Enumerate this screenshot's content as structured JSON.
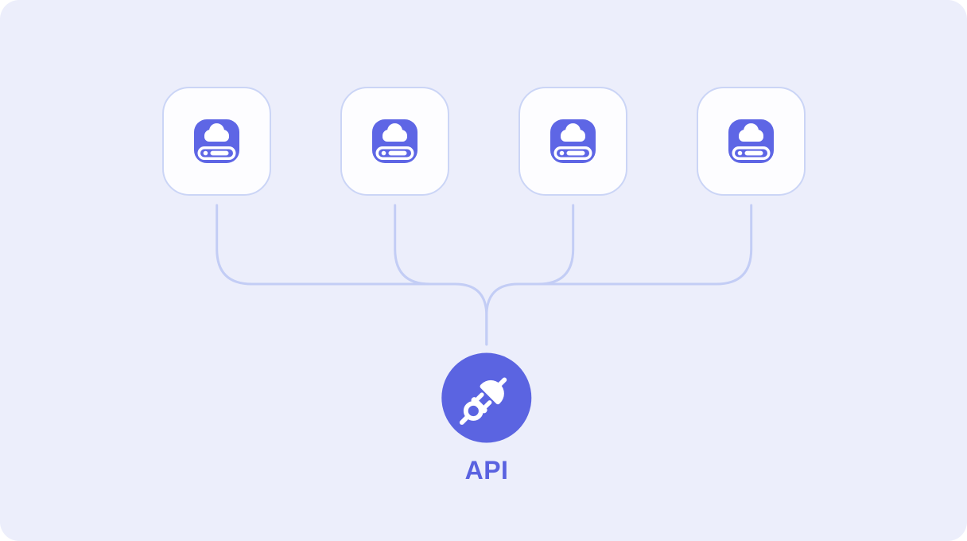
{
  "panel": {
    "name": "api-integration-diagram"
  },
  "colors": {
    "background_page": "#ffffff",
    "panel_bg": "#eceefb",
    "card_bg": "#fdfdff",
    "card_border": "#cbd5f6",
    "connector": "#c3cdf5",
    "accent_icon": "#5e66e5",
    "hub": "#5b64e1",
    "api_text": "#5a62e0",
    "icon_fg": "#ffffff"
  },
  "diagram": {
    "sources": [
      {
        "id": 1,
        "icon": "storage-drive-icon"
      },
      {
        "id": 2,
        "icon": "storage-drive-icon"
      },
      {
        "id": 3,
        "icon": "storage-drive-icon"
      },
      {
        "id": 4,
        "icon": "storage-drive-icon"
      }
    ],
    "hub": {
      "label": "API",
      "icon": "plug-icon"
    }
  }
}
